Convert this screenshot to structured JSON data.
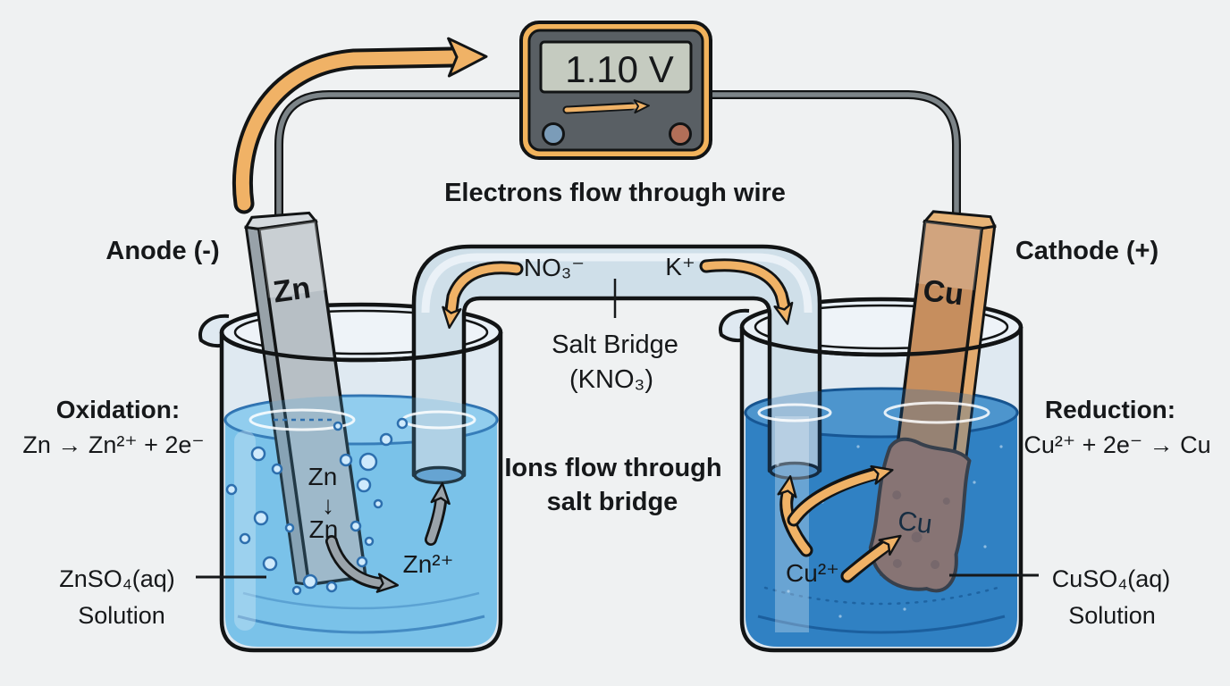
{
  "voltmeter": {
    "reading": "1.10 V"
  },
  "wire_caption": "Electrons flow through wire",
  "anode": {
    "label": "Anode (-)",
    "electrode": "Zn",
    "reaction_title": "Oxidation:",
    "reaction": "Zn → Zn²⁺ + 2e⁻",
    "solution_formula": "ZnSO₄(aq)",
    "solution_word": "Solution",
    "atom_top": "Zn",
    "atom_arrow": "↓",
    "atom_bottom": "Zn",
    "ion": "Zn²⁺"
  },
  "cathode": {
    "label": "Cathode (+)",
    "electrode": "Cu",
    "reaction_title": "Reduction:",
    "reaction": "Cu²⁺ + 2e⁻ → Cu",
    "solution_formula": "CuSO₄(aq)",
    "solution_word": "Solution",
    "ion": "Cu²⁺",
    "deposit": "Cu"
  },
  "salt_bridge": {
    "anion": "NO₃⁻",
    "cation": "K⁺",
    "label_line1": "Salt Bridge",
    "label_line2": "(KNO₃)",
    "caption_line1": "Ions flow through",
    "caption_line2": "salt bridge"
  },
  "colors": {
    "background": "#eff1f2",
    "orange_arrow": "#f0b266",
    "meter_frame": "#f2b35c",
    "meter_body": "#595f64",
    "meter_display": "#c5cbc0",
    "terminal_left": "#7b9cb8",
    "terminal_right": "#b26f58",
    "wire": "#7c8488",
    "zn_solution": "#87cbee",
    "cu_solution": "#3a8ccc",
    "zinc": "#b7bfc5",
    "copper": "#c68e5e",
    "glass": "#dfe9f1",
    "gray_arrow": "#9aa3aa",
    "text": "#16181a"
  }
}
